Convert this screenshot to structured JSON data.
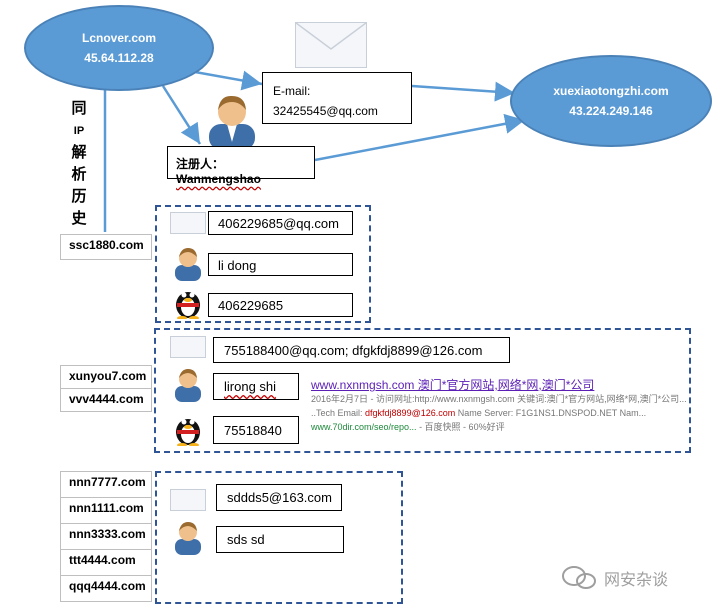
{
  "diagram": {
    "source_node": {
      "domain": "Lcnover.com",
      "ip": "45.64.112.28"
    },
    "target_node": {
      "domain": "xuexiaotongzhi.com",
      "ip": "43.224.249.146"
    },
    "email_box": {
      "label": "E-mail:",
      "value": "32425545@qq.com"
    },
    "registrant_box": {
      "label": "注册人：",
      "value": "Wanmengshao"
    },
    "history_title": [
      "同",
      "IP",
      "解",
      "析",
      "历",
      "史"
    ],
    "groups": [
      {
        "domains": [
          "ssc1880.com"
        ],
        "email": "406229685@qq.com",
        "name": "li dong",
        "qq": "406229685"
      },
      {
        "domains": [
          "xunyou7.com",
          "vvv4444.com"
        ],
        "email": "755188400@qq.com; dfgkfdj8899@126.com",
        "name": "lirong shi",
        "qq": "75518840",
        "search_result": {
          "title": "www.nxnmgsh.com 澳门*官方网站,网络*网,澳门*公司",
          "line1": "2016年2月7日 - 访问网址:http://www.nxnmgsh.com 关键词:澳门*官方网站,网络*网,澳门*公司...",
          "line2_prefix": "..Tech Email: ",
          "line2_email": "dfgkfdj8899@126.com",
          "line2_suffix": " Name Server: F1G1NS1.DNSPOD.NET Nam...",
          "url": "www.70dir.com/seo/repo...",
          "snapshot": " - 百度快照 - 60%好评"
        }
      },
      {
        "domains": [
          "nnn7777.com",
          "nnn1111.com",
          "nnn3333.com",
          "ttt4444.com",
          "qqq4444.com"
        ],
        "email": "sddds5@163.com",
        "name": "sds sd"
      }
    ],
    "watermark": "网安杂谈"
  }
}
